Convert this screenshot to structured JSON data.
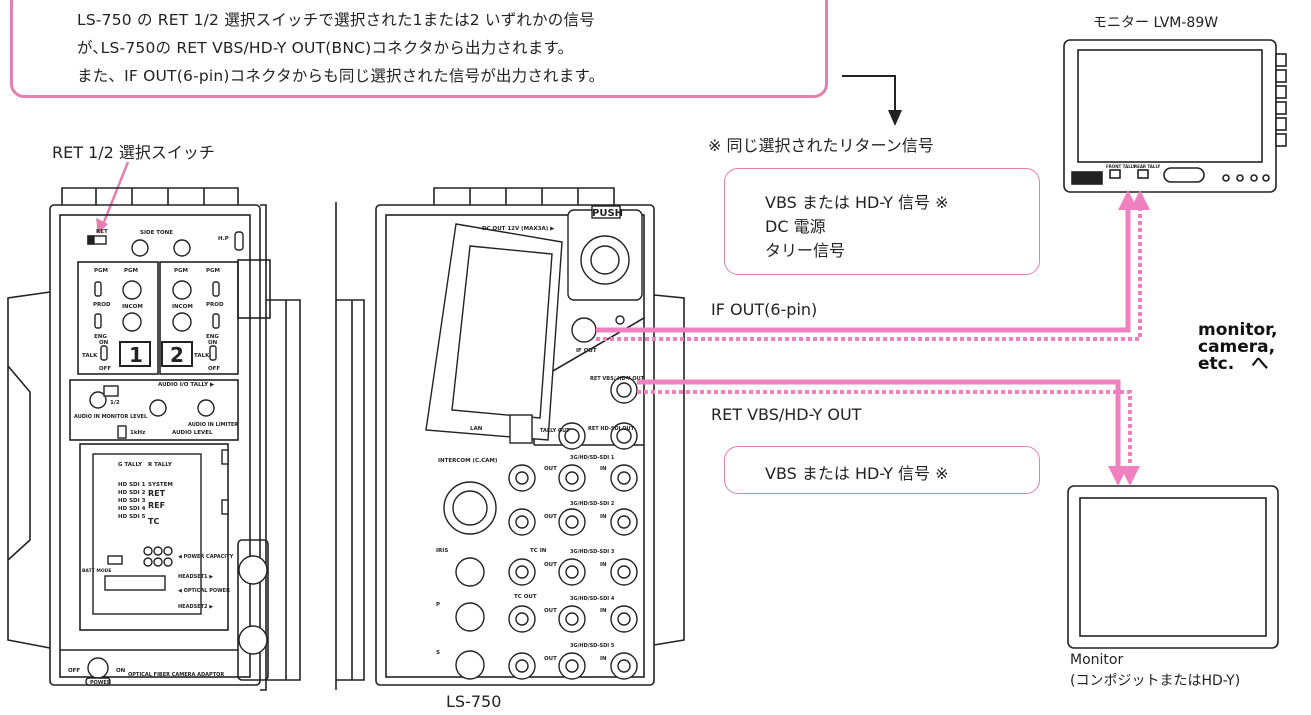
{
  "callout": {
    "line1": "LS-750 の RET 1/2 選択スイッチで選択された1または2 いずれかの信号",
    "line2": "が､LS-750の RET VBS/HD-Y OUT(BNC)コネクタから出力されます。",
    "line3": "また、IF OUT(6-pin)コネクタからも同じ選択された信号が出力されます。"
  },
  "labels": {
    "ret_switch": "RET 1/2 選択スイッチ",
    "same_signal": "※ 同じ選択されたリターン信号",
    "if_out": "IF OUT(6-pin)",
    "ret_vbs_out": "RET VBS/HD-Y OUT",
    "device_name": "LS-750",
    "monitor_top": "モニター LVM-89W",
    "monitor_bottom_1": "Monitor",
    "monitor_bottom_2": "(コンポジットまたはHD-Y)",
    "dest_1": "monitor,",
    "dest_2": "camera,",
    "dest_3": "etc.　へ"
  },
  "signal_box_1": {
    "line1": "VBS または HD-Y 信号 ※",
    "line2": "DC 電源",
    "line3": "タリー信号"
  },
  "signal_box_2": {
    "line1": "VBS または HD-Y 信号 ※"
  },
  "panel_left": {
    "ret": "RET",
    "side_tone": "SIDE TONE",
    "hp": "H.P",
    "pgm": "PGM",
    "prod": "PROD",
    "incom": "INCOM",
    "eng": "ENG",
    "talk": "TALK",
    "on": "ON",
    "off": "OFF",
    "ch1": "1",
    "ch2": "2",
    "audio_io_tally": "AUDIO I/O TALLY ▶",
    "audio_in_monitor_level": "AUDIO IN MONITOR LEVEL",
    "one_two": "1/2",
    "khz": "1kHz",
    "audio_level": "AUDIO LEVEL",
    "audio_in_limiter": "AUDIO IN LIMITER",
    "g_tally": "G TALLY",
    "r_tally": "R TALLY",
    "system": "SYSTEM",
    "hdsdi1": "HD SDI 1",
    "hdsdi2": "HD SDI 2",
    "hdsdi3": "HD SDI 3",
    "hdsdi4": "HD SDI 4",
    "hdsdi5": "HD SDI 5",
    "ret_ind": "RET",
    "ref_ind": "REF",
    "tc_ind": "TC",
    "batt_mode": "BATT MODE",
    "power_capacity": "◀ POWER CAPACITY",
    "headset1": "HEADSET1 ▶",
    "optical_power": "◀ OPTICAL POWER",
    "headset2": "HEADSET2 ▶",
    "power": "POWER",
    "footer": "OPTICAL FIBER CAMERA ADAPTOR"
  },
  "panel_right": {
    "dc_out": "DC OUT 12V (MAX3A) ▶",
    "push": "PUSH",
    "lan_led": "LAN",
    "if_out": "IF OUT",
    "ret_vbs": "RET VBS/ HD-Y OUT",
    "lan": "LAN",
    "tally_out": "TALLY OUT",
    "ret_hdsdi_out": "RET HD-SDI OUT",
    "intercom": "INTERCOM (C.CAM)",
    "iris": "IRIS",
    "p": "P",
    "s": "S",
    "sdi1": "3G/HD/SD-SDI 1",
    "sdi2": "3G/HD/SD-SDI 2",
    "sdi3": "3G/HD/SD-SDI 3",
    "sdi4": "3G/HD/SD-SDI 4",
    "sdi5": "3G/HD/SD-SDI 5",
    "out": "OUT",
    "in": "IN",
    "tc_in": "TC IN",
    "tc_out": "TC OUT"
  },
  "monitor_panel": {
    "front_tally": "FRONT TALLY",
    "rear_tally": "REAR TALLY"
  },
  "colors": {
    "accent": "#e57fb0",
    "cable": "#f080c0",
    "dashed": "#f080c0",
    "device_line": "#222222"
  }
}
